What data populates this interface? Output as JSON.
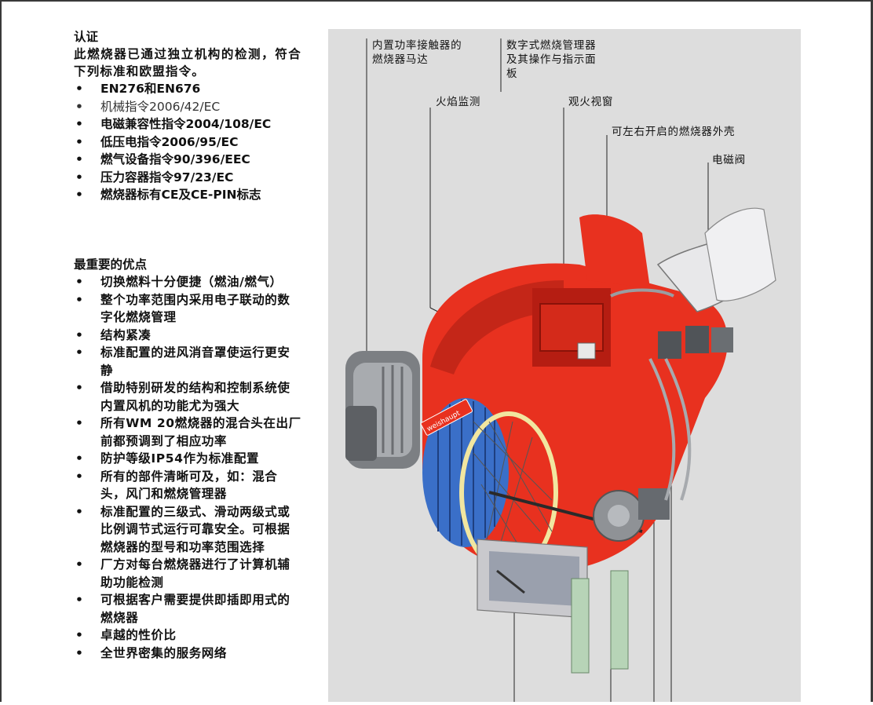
{
  "certification": {
    "heading": "认证",
    "intro": "此燃烧器已通过独立机构的检测，符合下列标准和欧盟指令。",
    "items": [
      "EN276和EN676",
      "机械指令2006/42/EC",
      "电磁兼容性指令2004/108/EC",
      "低压电指令2006/95/EC",
      "燃气设备指令90/396/EEC",
      "压力容器指令97/23/EC",
      "燃烧器标有CE及CE-PIN标志"
    ]
  },
  "advantages": {
    "heading": "最重要的优点",
    "items": [
      "切换燃料十分便捷（燃油/燃气）",
      "整个功率范围内采用电子联动的数字化燃烧管理",
      "结构紧凑",
      "标准配置的进风消音罩使运行更安静",
      "借助特别研发的结构和控制系统使内置风机的功能尤为强大",
      "所有WM 20燃烧器的混合头在出厂前都预调到了相应功率",
      "防护等级IP54作为标准配置",
      "所有的部件清晰可及，如：混合头，风门和燃烧管理器",
      "标准配置的三级式、滑动两级式或比例调节式运行可靠安全。可根据燃烧器的型号和功率范围选择",
      "厂方对每台燃烧器进行了计算机辅助功能检测",
      "可根据客户需要提供即插即用式的燃烧器",
      "卓越的性价比",
      "全世界密集的服务网络"
    ]
  },
  "illustration": {
    "callouts": {
      "motor": "内置功率接触器的\n燃烧器马达",
      "manager": "数字式燃烧管理器\n及其操作与指示面\n板",
      "flame_monitor": "火焰监测",
      "sight_glass": "观火视窗",
      "housing": "可左右开启的燃烧器外壳",
      "solenoid": "电磁阀"
    },
    "brand_label": "weishaupt",
    "colors": {
      "background": "#dddddd",
      "housing_red": "#e8311f",
      "housing_dark": "#b51d12"
    }
  }
}
